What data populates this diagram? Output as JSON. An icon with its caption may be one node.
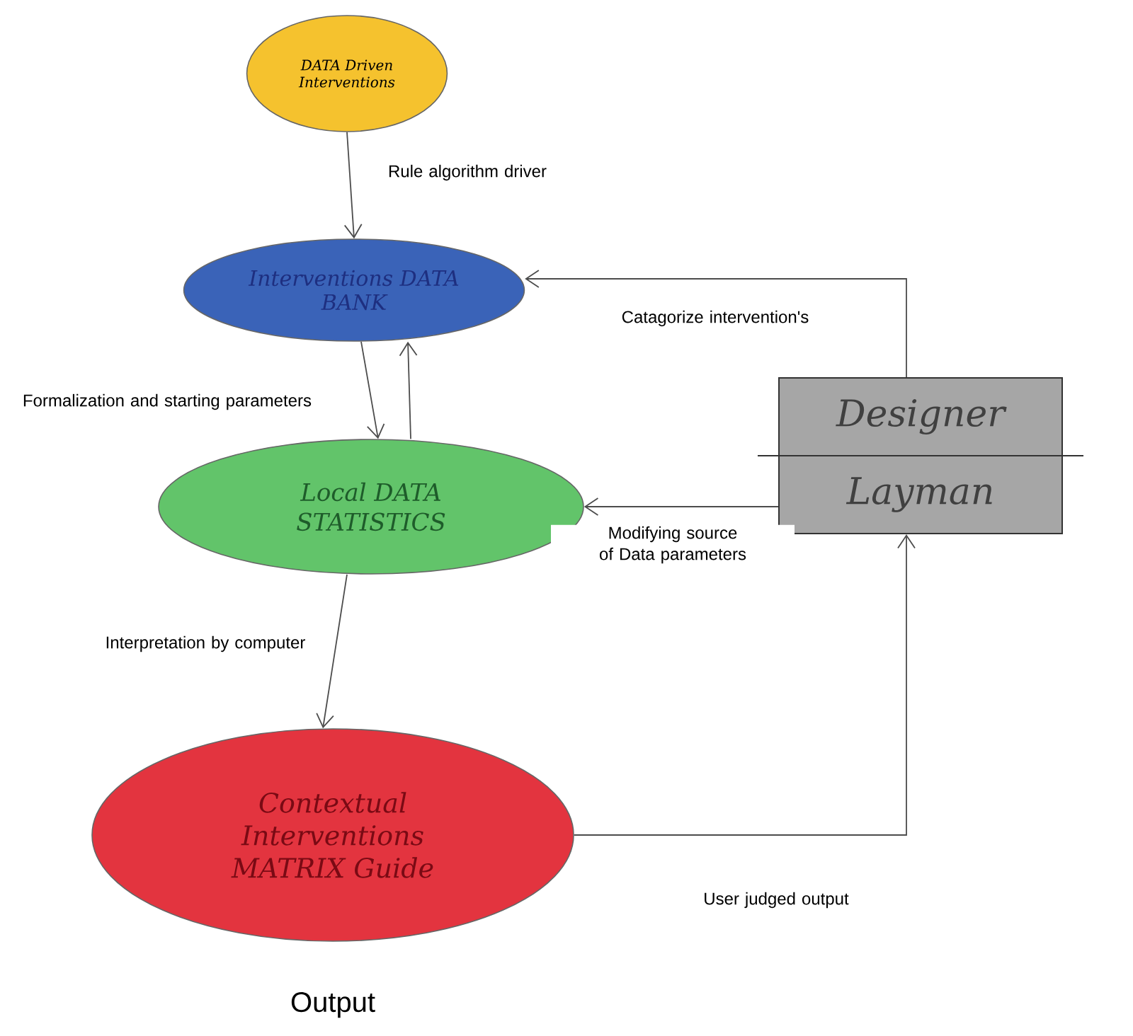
{
  "diagram": {
    "nodes": [
      {
        "text": [
          "DATA Driven Interventions"
        ]
      },
      {
        "text": [
          "Interventions DATA BANK"
        ]
      },
      {
        "text": [
          "Local DATA STATISTICS"
        ]
      },
      {
        "text": [
          "Contextual Interventions MATRIX Guide"
        ],
        "beside": [
          "Output"
        ]
      },
      {
        "text": [
          "Designer",
          "Layman"
        ]
      }
    ],
    "edges": [
      {
        "from": 0,
        "to": 1,
        "arrow": "to",
        "label": "Rule algorithm driver"
      },
      {
        "from": 1,
        "to": 2,
        "arrow": "to",
        "label": "Formalization and starting parameters"
      },
      {
        "from": 2,
        "to": 1,
        "arrow": "to"
      },
      {
        "from": 4,
        "to": 1,
        "arrow": "to",
        "label": "Catagorize intervention's"
      },
      {
        "from": 4,
        "to": 2,
        "arrow": "to",
        "label": "Modifying source of Data parameters"
      },
      {
        "from": 2,
        "to": 3,
        "arrow": "to",
        "label": "Interpretation by computer"
      },
      {
        "from": 3,
        "to": 4,
        "arrow": "to",
        "label": "User judged output"
      }
    ]
  }
}
